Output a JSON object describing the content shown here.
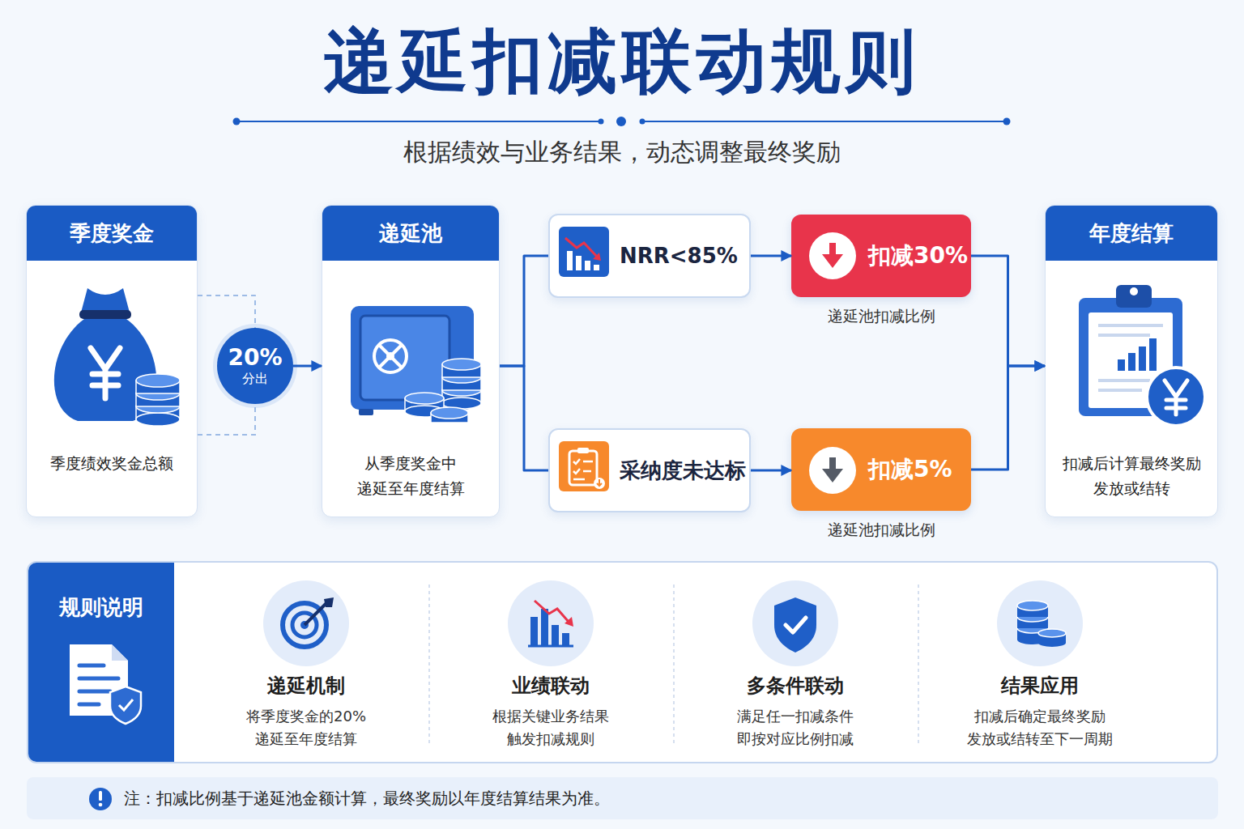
{
  "diagram": {
    "title": "递延扣减联动规则",
    "nodes": [
      {
        "text": [
          "季度奖金",
          "季度绩效奖金总额"
        ]
      },
      {
        "text": [
          "20%",
          "分出"
        ]
      },
      {
        "text": [
          "递延池",
          "从季度奖金中 递延至年度结算"
        ]
      },
      {
        "text": [
          "NRR<85%"
        ]
      },
      {
        "text": [
          "扣减30%",
          "递延池扣减比例"
        ]
      },
      {
        "text": [
          "采纳度未达标"
        ]
      },
      {
        "text": [
          "扣减5%",
          "递延池扣减比例"
        ]
      },
      {
        "text": [
          "年度结算",
          "扣减后计算最终奖励 发放或结转"
        ]
      },
      {
        "text": [
          "规则说明"
        ]
      },
      {
        "text": [
          "注：扣减比例基于递延池金额计算，最终奖励以年度结算结果为准。"
        ]
      }
    ],
    "edges": [
      {
        "from": 0,
        "to": 1,
        "arrow": "none"
      },
      {
        "from": 1,
        "to": 2,
        "arrow": "to"
      },
      {
        "from": 2,
        "to": 3,
        "arrow": "none"
      },
      {
        "from": 2,
        "to": 5,
        "arrow": "none"
      },
      {
        "from": 3,
        "to": 4,
        "arrow": "to"
      },
      {
        "from": 5,
        "to": 6,
        "arrow": "to"
      },
      {
        "from": 4,
        "to": 7,
        "arrow": "to"
      },
      {
        "from": 6,
        "to": 7,
        "arrow": "to"
      }
    ],
    "labels": [
      "根据绩效与业务结果，动态调整最终奖励",
      "递延机制",
      "将季度奖金的20% 递延至年度结算",
      "业绩联动",
      "根据关键业务结果 触发扣减规则",
      "多条件联动",
      "满足任一扣减条件 即按对应比例扣减",
      "结果应用",
      "扣减后确定最终奖励 发放或结转至下一周期"
    ]
  }
}
